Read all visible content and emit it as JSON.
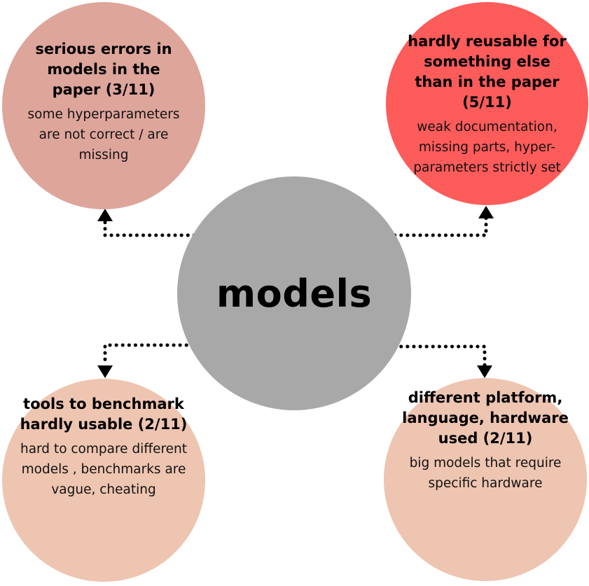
{
  "center": {
    "label": "models"
  },
  "nodes": {
    "top_left": {
      "title": "serious errors in models in the paper (3/11)",
      "description": "some hyperparameters are not correct / are missing"
    },
    "top_right": {
      "title": "hardly reusable for something else than in the paper (5/11)",
      "description": "weak documentation, missing parts, hyper-parameters strictly set"
    },
    "bottom_left": {
      "title": "tools to benchmark hardly usable (2/11)",
      "description": "hard to compare different models , benchmarks are vague, cheating"
    },
    "bottom_right": {
      "title": "different platform, language, hardware used (2/11)",
      "description": "big models that require specific hardware"
    }
  },
  "colors": {
    "center": "#a9a8a9",
    "top_left": "#dea59b",
    "top_right": "#fe5b5b",
    "bottom_left": "#eec5b1",
    "bottom_right": "#eec5b1"
  }
}
